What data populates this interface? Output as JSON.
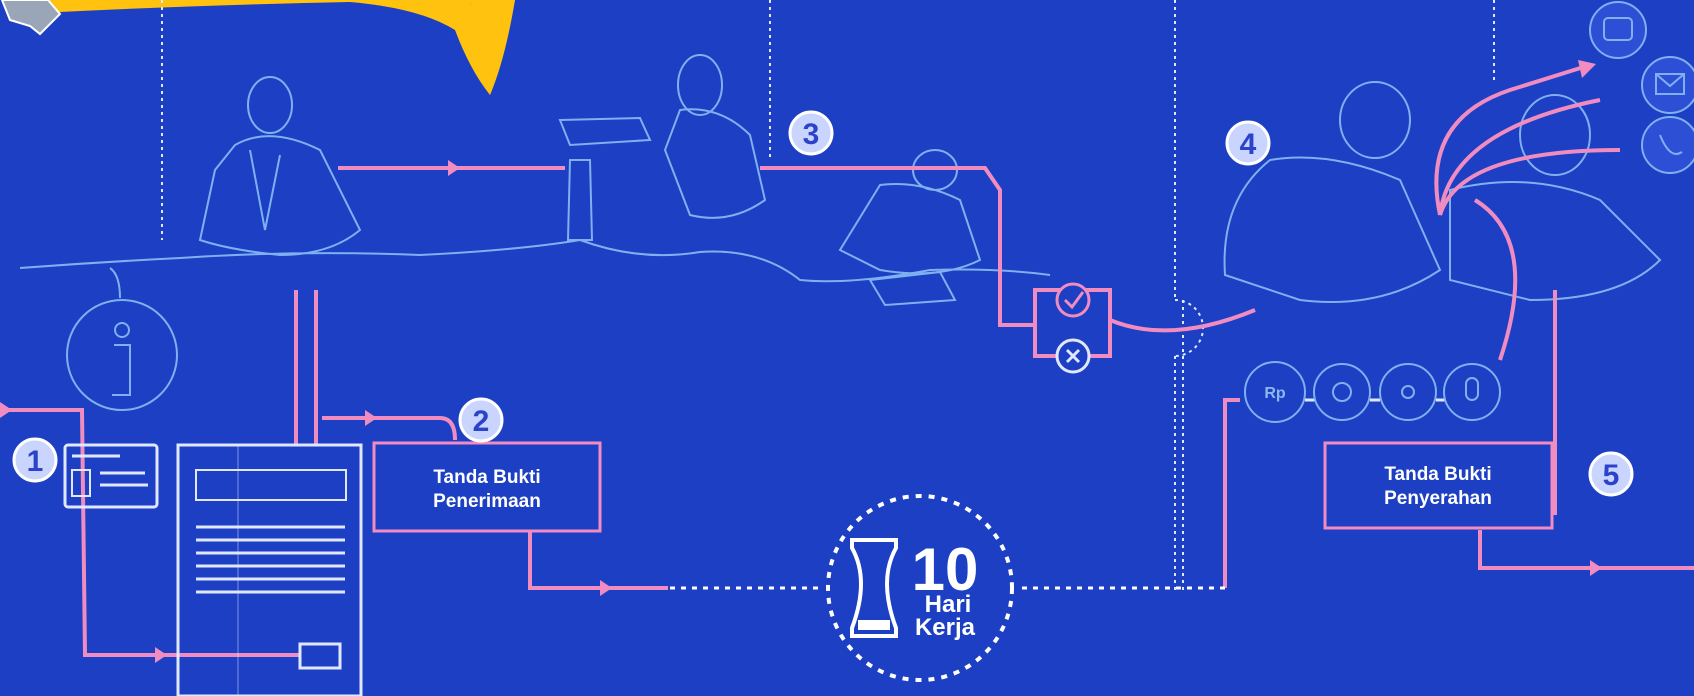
{
  "colors": {
    "background": "#1c3fc4",
    "flow_line": "#f08cc0",
    "sketch_line": "#7fb0f0",
    "bubble": "#ffc20e"
  },
  "steps": [
    {
      "number": "1"
    },
    {
      "number": "2"
    },
    {
      "number": "3"
    },
    {
      "number": "4"
    },
    {
      "number": "5"
    }
  ],
  "receipt_box": {
    "line1": "Tanda Bukti",
    "line2": "Penerimaan"
  },
  "delivery_box": {
    "line1": "Tanda Bukti",
    "line2": "Penyerahan"
  },
  "timer": {
    "value": "10",
    "line1": "Hari",
    "line2": "Kerja"
  },
  "payment_label": "Rp",
  "icons": [
    "info-icon",
    "id-card-icon",
    "form-document-icon",
    "approve-check-icon",
    "reject-x-icon",
    "hourglass-icon",
    "money-icon",
    "camera-icon",
    "cd-icon",
    "microphone-icon",
    "mailbox-icon",
    "envelope-icon",
    "phone-icon",
    "pointer-arrow-icon"
  ]
}
